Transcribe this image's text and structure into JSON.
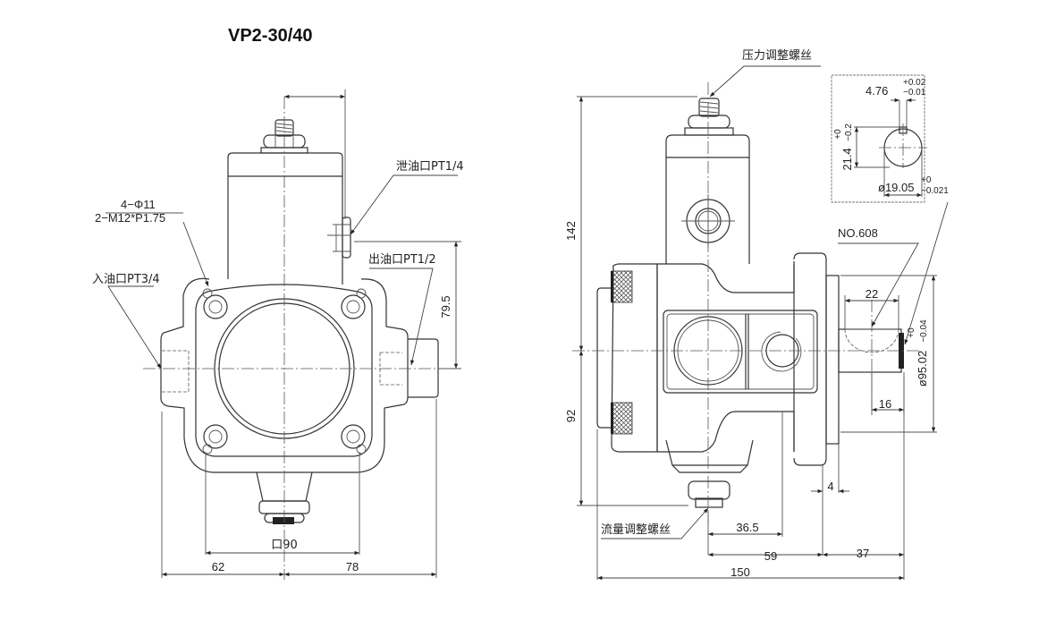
{
  "title": "VP2-30/40",
  "front_view": {
    "labels": {
      "drain_port": "泄油口PT1/4",
      "bolt_holes_line1": "4−Φ11",
      "bolt_holes_line2": "2−M12*P1.75",
      "inlet_port": "入油口PT3/4",
      "outlet_port": "出油口PT1/2"
    },
    "dimensions": {
      "outlet_height": "79.5",
      "square_flange": "口90",
      "left_width": "62",
      "right_width": "78"
    }
  },
  "side_view": {
    "labels": {
      "pressure_adjust_screw": "压力调整螺丝",
      "flow_adjust_screw": "流量调整螺丝",
      "key_no": "NO.608"
    },
    "dimensions": {
      "upper_height": "142",
      "lower_height": "92",
      "key_length": "22",
      "key_offset": "16",
      "pilot_diameter": "ø95.02",
      "pilot_tol_upper": "+0",
      "pilot_tol_lower": "−0.04",
      "flange_thickness": "4",
      "flow_screw_offset": "36.5",
      "to_flange": "59",
      "shaft_length": "37",
      "overall_length": "150"
    },
    "shaft_detail": {
      "key_width": "4.76",
      "key_width_tol_upper": "+0.02",
      "key_width_tol_lower": "−0.01",
      "key_height": "21.4",
      "key_height_tol_upper": "+0",
      "key_height_tol_lower": "−0.2",
      "shaft_diameter": "ø19.05",
      "shaft_diameter_tol_upper": "+0",
      "shaft_diameter_tol_lower": "−0.021"
    }
  }
}
